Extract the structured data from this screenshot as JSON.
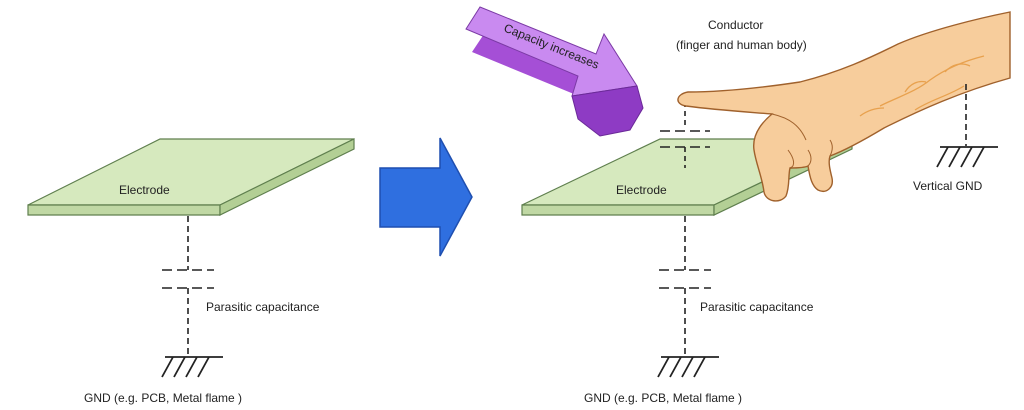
{
  "left_panel": {
    "electrode_label": "Electrode",
    "capacitance_label": "Parasitic capacitance",
    "ground_label": "GND (e.g. PCB, Metal flame )"
  },
  "transition_arrow": {
    "icon": "right-arrow",
    "color": "#2f6fe0"
  },
  "right_panel": {
    "electrode_label": "Electrode",
    "capacitance_label": "Parasitic capacitance",
    "ground_label": "GND (e.g. PCB, Metal flame )",
    "conductor_title": "Conductor",
    "conductor_subtitle": "(finger and human body)",
    "vertical_ground_label": "Vertical GND",
    "callout_text": "Capacity increases",
    "callout_color": "#b25be3"
  },
  "colors": {
    "electrode_top": "#d6e9be",
    "electrode_side": "#c0d8a4",
    "hand_skin": "#f7cd9c",
    "hand_vein": "#e8a14e"
  }
}
